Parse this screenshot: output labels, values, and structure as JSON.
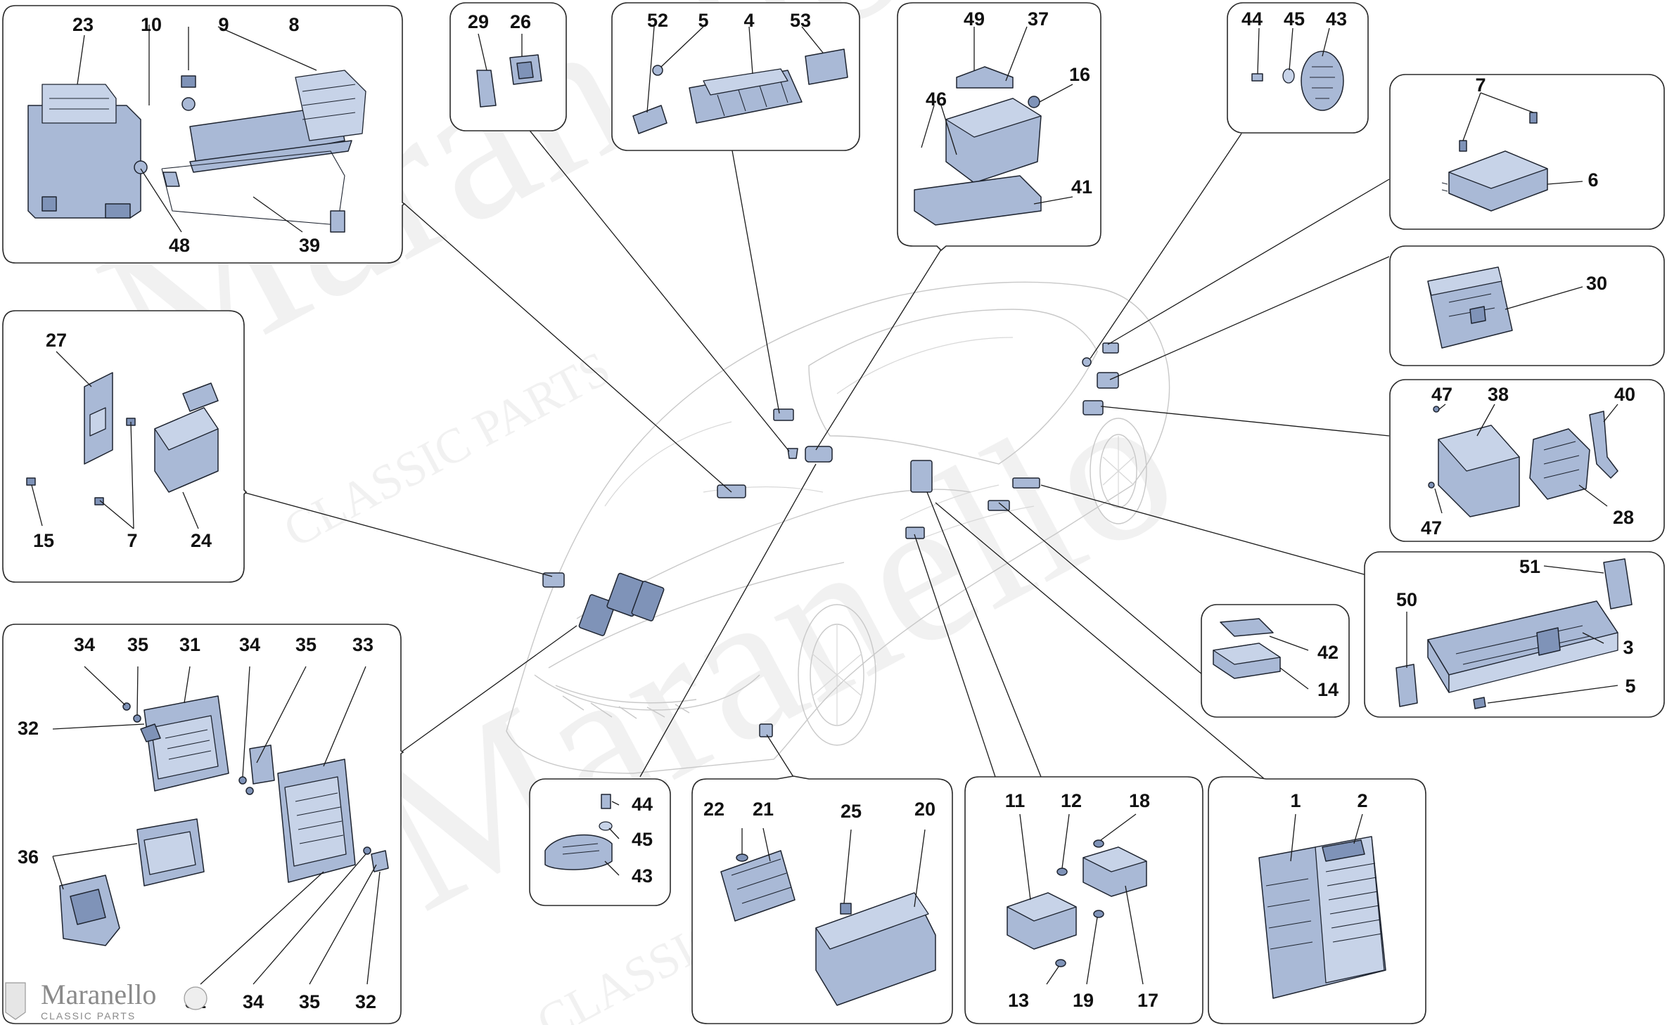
{
  "watermark": {
    "brand": "Maranello",
    "tagline": "CLASSIC PARTS"
  },
  "callouts": [
    "23",
    "10",
    "9",
    "8",
    "48",
    "39",
    "29",
    "26",
    "52",
    "5",
    "4",
    "53",
    "49",
    "37",
    "16",
    "46",
    "41",
    "44",
    "45",
    "43",
    "7",
    "6",
    "30",
    "47",
    "38",
    "40",
    "47",
    "28",
    "51",
    "50",
    "3",
    "5",
    "42",
    "14",
    "27",
    "15",
    "7",
    "24",
    "34",
    "35",
    "31",
    "34",
    "35",
    "33",
    "32",
    "36",
    "31",
    "34",
    "35",
    "32",
    "44",
    "45",
    "43",
    "22",
    "21",
    "25",
    "20",
    "11",
    "12",
    "18",
    "13",
    "19",
    "17",
    "1",
    "2"
  ]
}
